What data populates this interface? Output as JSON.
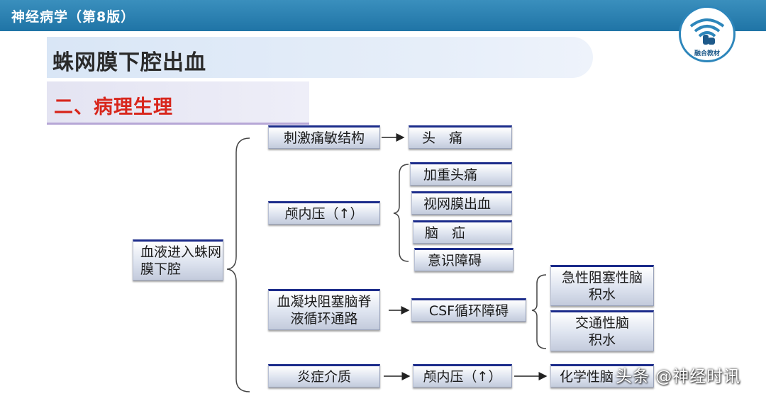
{
  "header": {
    "book_title": "神经病学（第8版）",
    "logo_label": "融合教材",
    "accent_color": "#1f74a6"
  },
  "slide": {
    "title": "蛛网膜下腔出血",
    "subtitle": "二、病理生理",
    "subtitle_color": "#d8261c"
  },
  "diagram": {
    "root": "血液进入蛛网膜下腔",
    "branch1": {
      "cause": "刺激痛敏结构",
      "effect": "头　痛"
    },
    "branch2": {
      "cause": "颅内压（↑）",
      "effects": [
        "加重头痛",
        "视网膜出血",
        "脑　疝",
        "意识障碍"
      ]
    },
    "branch3": {
      "cause": "血凝块阻塞脑脊液循环通路",
      "mid": "CSF循环障碍",
      "effects": [
        "急性阻塞性脑积水",
        "交通性脑积水"
      ]
    },
    "branch4": {
      "cause": "炎症介质",
      "mid": "颅内压（↑）",
      "effect": "化学性脑"
    }
  },
  "watermark": "头条 @神经时讯"
}
